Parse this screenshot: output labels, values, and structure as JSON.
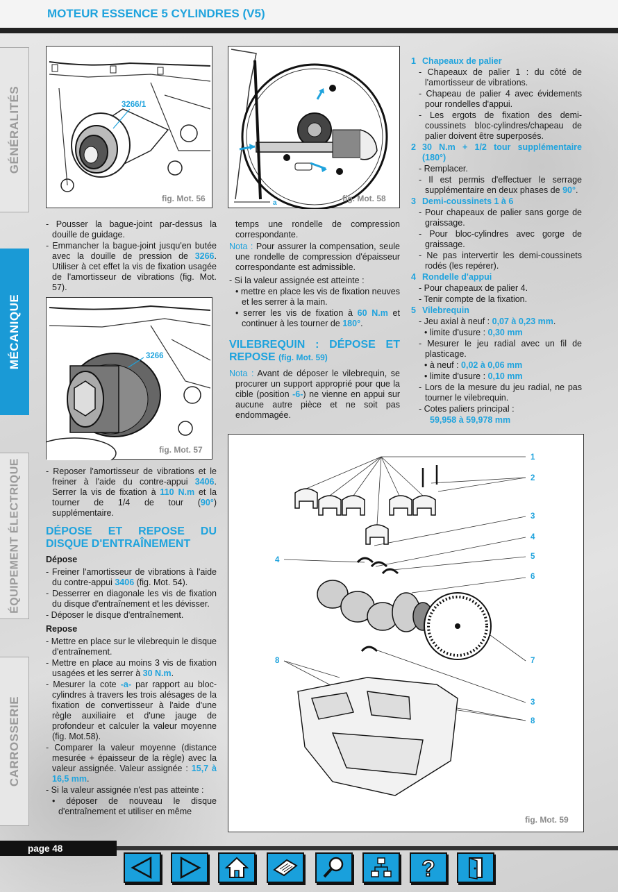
{
  "header": {
    "title": "MOTEUR ESSENCE 5 CYLINDRES (V5)"
  },
  "side_tabs": [
    "GÉNÉRALITÉS",
    "MÉCANIQUE",
    "ÉQUIPEMENT ÉLECTRIQUE",
    "CARROSSERIE"
  ],
  "figures": {
    "fig56": {
      "caption": "fig. Mot. 56",
      "callout": "3266/1"
    },
    "fig57": {
      "caption": "fig. Mot. 57",
      "callout": "3266"
    },
    "fig58": {
      "caption": "fig. Mot. 58",
      "callout": "a"
    },
    "fig59": {
      "caption": "fig. Mot. 59",
      "labels": [
        "1",
        "2",
        "3",
        "4",
        "5",
        "6",
        "7",
        "3",
        "8",
        "4",
        "8"
      ]
    }
  },
  "col1_a": {
    "b1_pre": "- Pousser la bague-joint par-dessus la douille de guidage.",
    "b2_pre": "- Emmancher la bague-joint jusqu'en butée avec la douille de pression de ",
    "b2_tool": "3266",
    "b2_post": ". Utiliser à cet effet la vis de fixation usagée de l'amortisseur de vibrations (fig. Mot. 57)."
  },
  "col1_b": {
    "b1_pre": "- Reposer l'amortisseur de vibrations et le freiner à l'aide du contre-appui ",
    "b1_tool": "3406",
    "b1_mid": ". Serrer la vis de fixation à ",
    "b1_torque": "110 N.m",
    "b1_mid2": " et la tourner de 1/4 de tour (",
    "b1_angle": "90°",
    "b1_post": ") supplémentaire.",
    "heading": "DÉPOSE ET REPOSE DU DISQUE D'ENTRAÎNEMENT",
    "depose": "Dépose",
    "d1_pre": "- Freiner l'amortisseur de vibrations à l'aide du contre-appui ",
    "d1_tool": "3406",
    "d1_post": " (fig. Mot. 54).",
    "d2": "- Desserrer en diagonale les vis de fixation du disque d'entraînement et les dévisser.",
    "d3": "- Déposer le disque d'entraînement.",
    "repose": "Repose",
    "r1": "- Mettre en place sur le vilebrequin le disque d'entraînement.",
    "r2_pre": "- Mettre en place au moins 3 vis de fixation usagées et les serrer à ",
    "r2_torque": "30 N.m",
    "r2_post": ".",
    "r3_pre": "- Mesurer la cote ",
    "r3_a": "-a-",
    "r3_post": " par rapport au bloc-cylindres à travers les trois alésages de la fixation de convertisseur à l'aide d'une règle auxiliaire et d'une jauge de profondeur et calculer la valeur moyenne (fig. Mot.58).",
    "r4_pre": "- Comparer la valeur moyenne (distance mesurée + épaisseur de la règle) avec la valeur assignée. Valeur assignée : ",
    "r4_val": "15,7 à 16,5 mm",
    "r4_post": ".",
    "r5": "- Si la valeur assignée n'est pas atteinte :",
    "r6": "• déposer de nouveau le disque d'entraînement et utiliser en même"
  },
  "col2": {
    "p1": "temps une rondelle de compression correspondante.",
    "nota1_label": "Nota :",
    "nota1": " Pour assurer la compensation, seule une rondelle de compression d'épaisseur correspondante est admissible.",
    "b1": "- Si la valeur assignée est atteinte :",
    "b2": "• mettre en place les vis de fixation neuves et les serrer à la main.",
    "b3_pre": "• serrer les vis de fixation à ",
    "b3_torque": "60 N.m",
    "b3_mid": " et continuer à les tourner de ",
    "b3_angle": "180°",
    "b3_post": ".",
    "heading": "VILEBREQUIN : DÉPOSE ET REPOSE",
    "heading_ref": "(fig. Mot. 59)",
    "nota2_label": "Nota :",
    "nota2_pre": " Avant de déposer le vilebrequin, se procurer un support approprié pour que la cible (position ",
    "nota2_pos": "-6-",
    "nota2_post": ") ne vienne en appui sur aucune autre pièce et ne soit pas endommagée."
  },
  "col3": {
    "s1_num": "1",
    "s1_title": "Chapeaux de palier",
    "s1_a": "- Chapeaux de palier 1 : du côté de l'amortisseur de vibrations.",
    "s1_b": "- Chapeau de palier 4 avec évidements pour rondelles d'appui.",
    "s1_c": "- Les ergots de fixation des demi-coussinets bloc-cylindres/chapeau de palier doivent être superposés.",
    "s2_num": "2",
    "s2_title": "30 N.m + 1/2 tour supplémentaire (180°)",
    "s2_a": "- Remplacer.",
    "s2_b_pre": "- Il est permis d'effectuer le serrage supplémentaire en deux phases de ",
    "s2_b_val": "90°",
    "s2_b_post": ".",
    "s3_num": "3",
    "s3_title": "Demi-coussinets 1 à 6",
    "s3_a": "- Pour chapeaux de palier sans gorge de graissage.",
    "s3_b": "- Pour bloc-cylindres avec gorge de graissage.",
    "s3_c": "- Ne pas intervertir les demi-coussinets rodés (les repérer).",
    "s4_num": "4",
    "s4_title": "Rondelle d'appui",
    "s4_a": "- Pour chapeaux de palier 4.",
    "s4_b": "- Tenir compte de la fixation.",
    "s5_num": "5",
    "s5_title": "Vilebrequin",
    "s5_a_pre": "- Jeu axial à neuf : ",
    "s5_a_val": "0,07 à 0,23 mm",
    "s5_a_post": ".",
    "s5_b_pre": "• limite d'usure : ",
    "s5_b_val": "0,30 mm",
    "s5_c": "- Mesurer le jeu radial avec un fil de plasticage.",
    "s5_d_pre": "• à neuf : ",
    "s5_d_val": "0,02 à 0,06 mm",
    "s5_e_pre": "• limite d'usure : ",
    "s5_e_val": "0,10 mm",
    "s5_f": "- Lors de la mesure du jeu radial, ne pas tourner le vilebrequin.",
    "s5_g": "- Cotes paliers principal :",
    "s5_h": "59,958 à 59,978 mm"
  },
  "footer": {
    "page": "page 48"
  },
  "nav": {
    "icons": [
      "previous-icon",
      "next-icon",
      "home-icon",
      "document-icon",
      "search-icon",
      "network-icon",
      "help-icon",
      "exit-icon"
    ]
  },
  "colors": {
    "accent": "#1fa3dd",
    "tab_active": "#1a9ad6",
    "dark": "#111111"
  }
}
